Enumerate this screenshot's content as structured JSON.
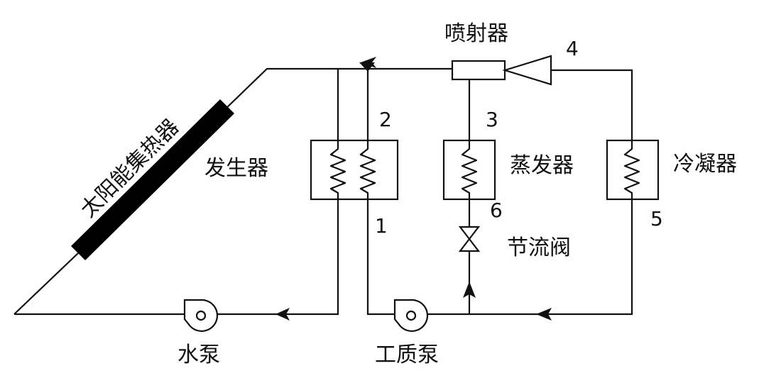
{
  "labels": {
    "solar_collector": "太阳能集热器",
    "generator": "发生器",
    "ejector": "喷射器",
    "evaporator": "蒸发器",
    "condenser": "冷凝器",
    "throttle_valve": "节流阀",
    "water_pump": "水泵",
    "working_fluid_pump": "工质泵"
  },
  "points": {
    "p1": "1",
    "p2": "2",
    "p3": "3",
    "p4": "4",
    "p5": "5",
    "p6": "6"
  },
  "colors": {
    "line": "#111111",
    "collector_fill": "#000000",
    "background": "#ffffff"
  }
}
